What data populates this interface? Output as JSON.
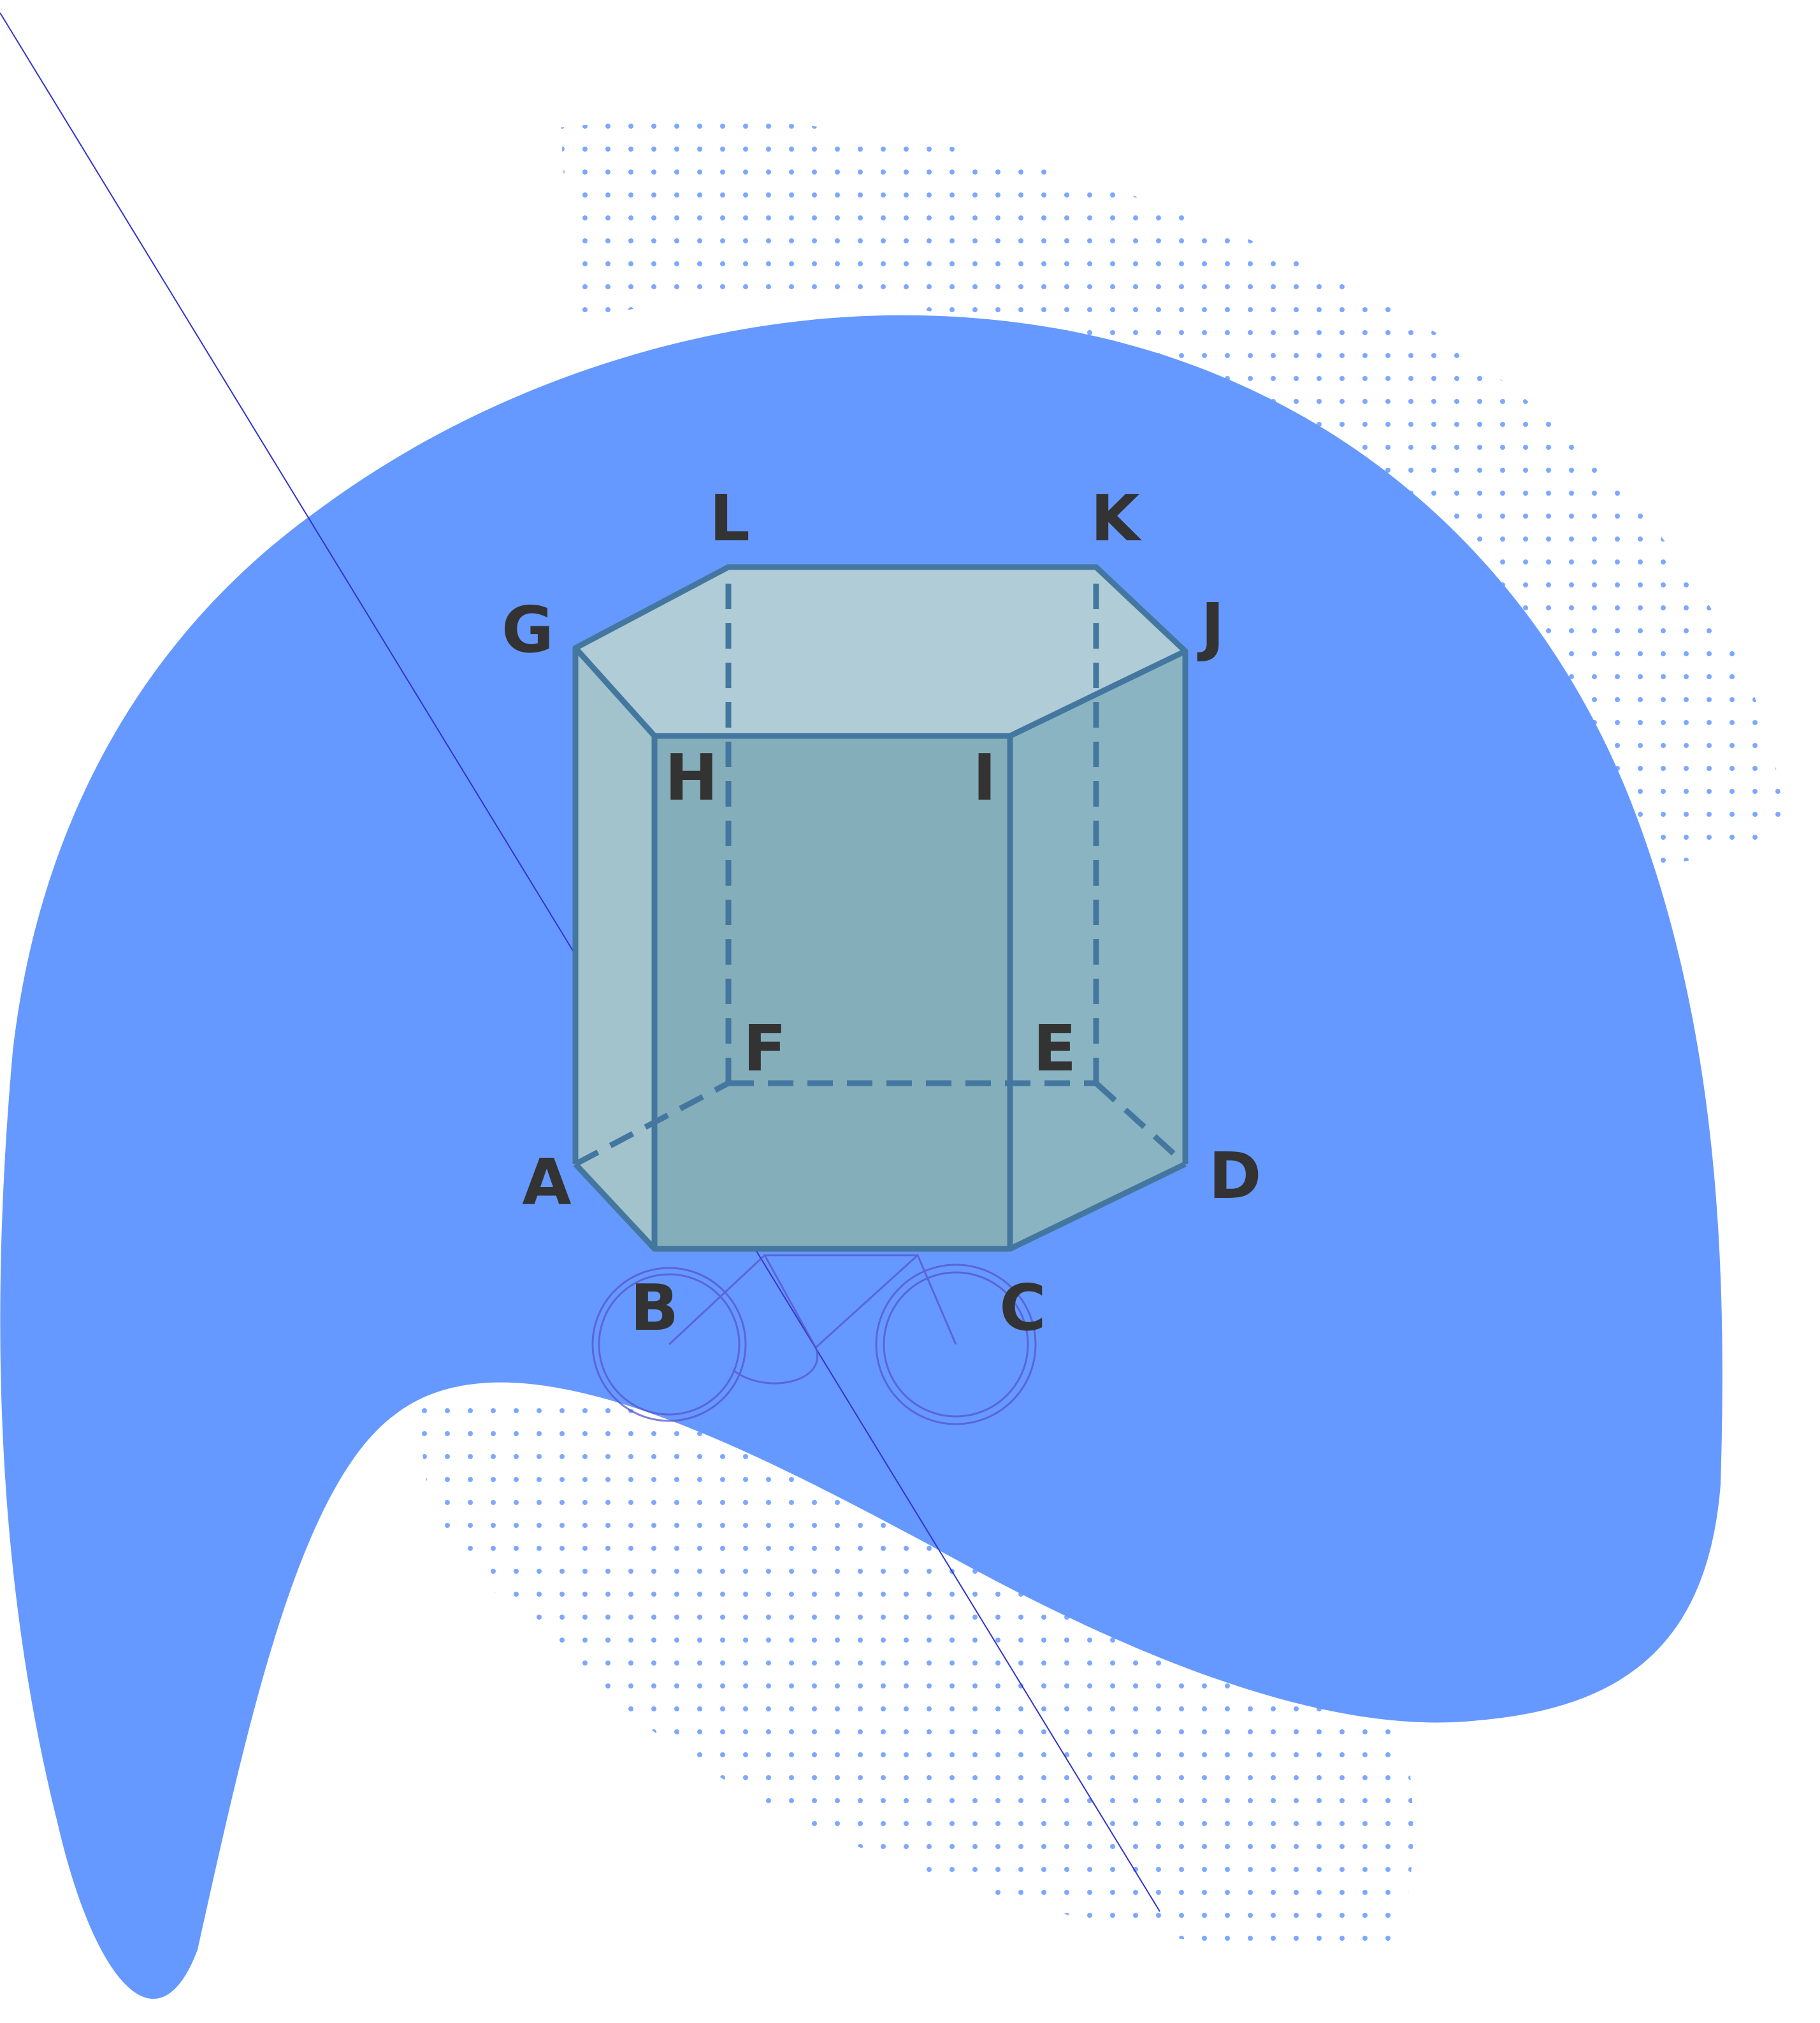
{
  "colors": {
    "blob": "#6699ff",
    "dots": "#6699ff",
    "prism_edge": "#44779f",
    "prism_fill": "#8ab4c1",
    "top_face": "#b0ccd6",
    "label": "#333333",
    "diagonal_line": "#3333cc",
    "bicycle": "#5555cc"
  },
  "diagram": {
    "type": "hexagonal-prism",
    "vertex_labels": {
      "A": "A",
      "B": "B",
      "C": "C",
      "D": "D",
      "E": "E",
      "F": "F",
      "G": "G",
      "H": "H",
      "I": "I",
      "J": "J",
      "K": "K",
      "L": "L"
    },
    "hidden_edges": [
      "A-F",
      "F-E",
      "E-D",
      "F-L",
      "E-K"
    ],
    "decorations": [
      "blob",
      "dot-pattern",
      "diagonal-line",
      "bicycle-icon"
    ]
  }
}
